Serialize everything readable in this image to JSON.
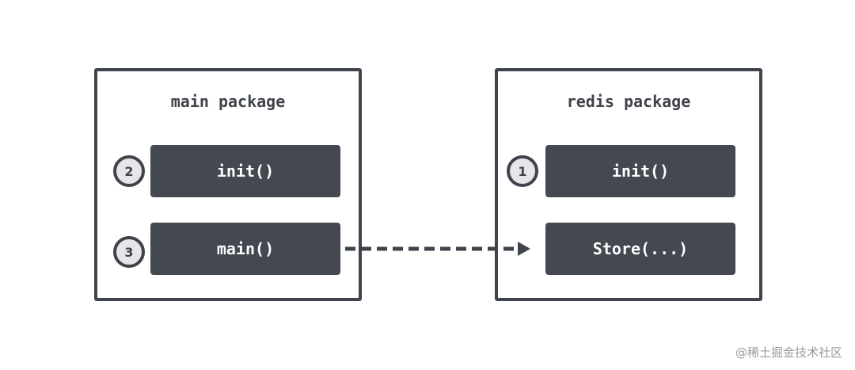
{
  "packages": {
    "main": {
      "title": "main package",
      "functions": [
        {
          "label": "init()",
          "order": "2"
        },
        {
          "label": "main()",
          "order": "3"
        }
      ]
    },
    "redis": {
      "title": "redis package",
      "functions": [
        {
          "label": "init()",
          "order": "1"
        },
        {
          "label": "Store(...)"
        }
      ]
    }
  },
  "connection": {
    "from": "main()",
    "to": "Store(...)",
    "style": "dashed-arrow"
  },
  "watermark": "@稀土掘金技术社区",
  "colors": {
    "box_fill": "#434851",
    "border": "#3f434b",
    "badge_fill": "#e6e6e8",
    "text_light": "#ffffff"
  }
}
